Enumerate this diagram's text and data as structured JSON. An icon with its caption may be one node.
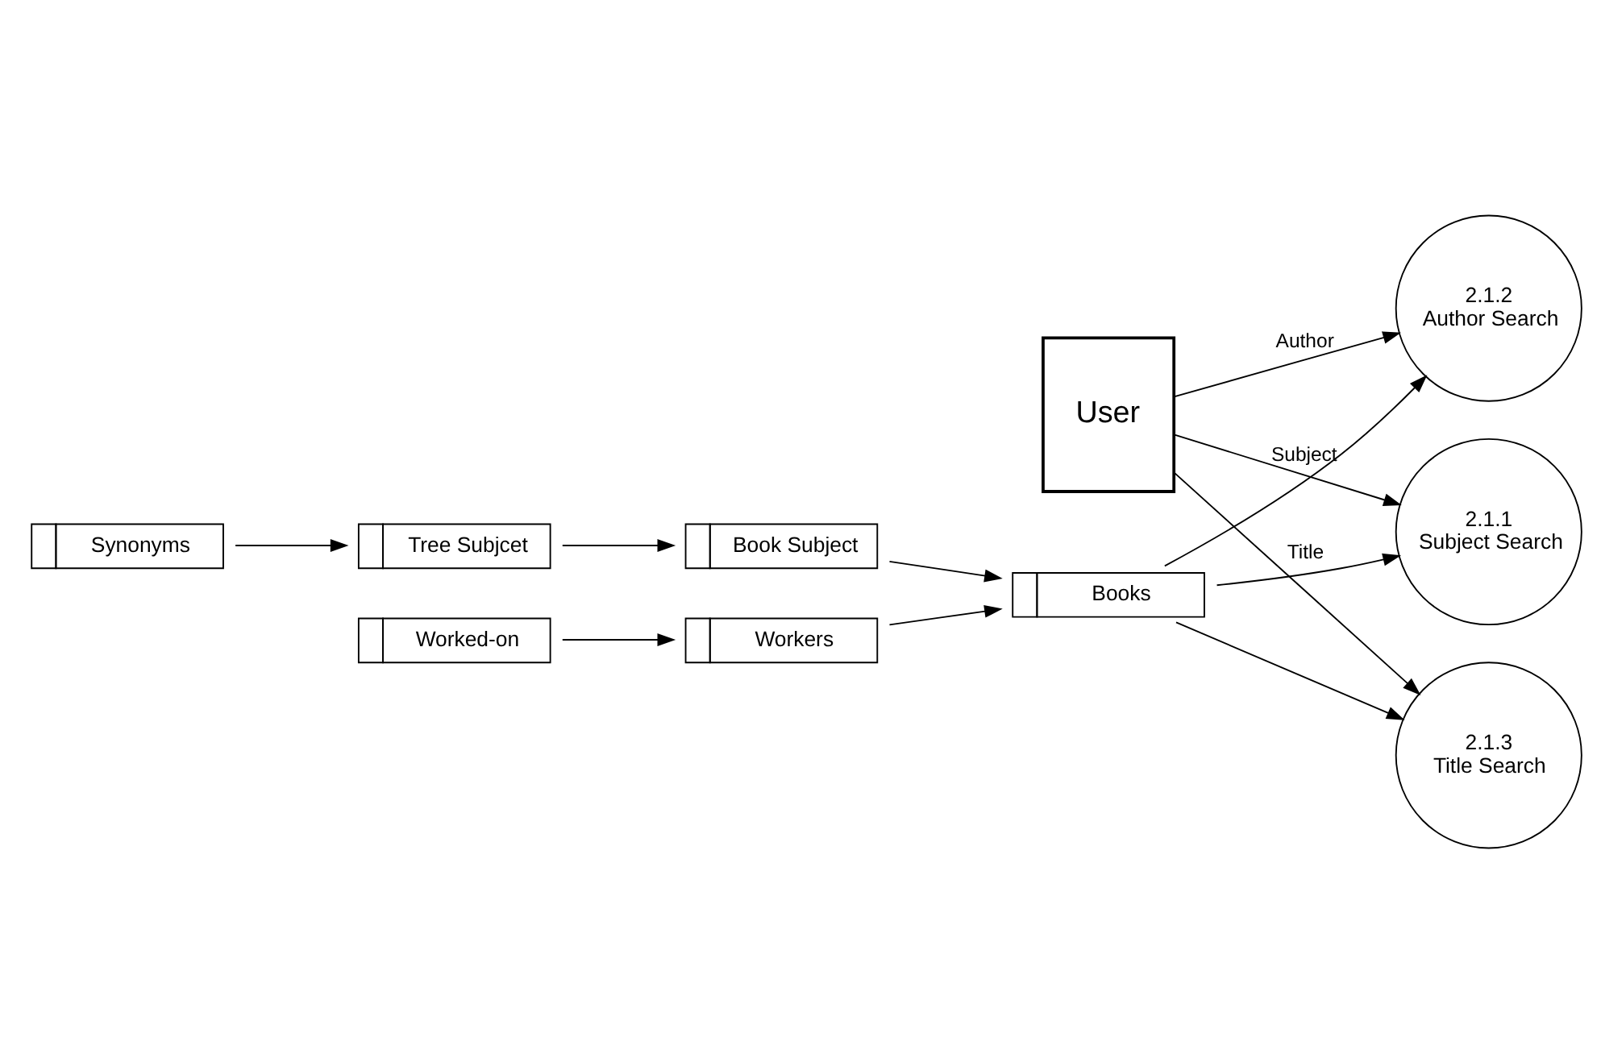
{
  "diagram": {
    "nodes": [
      {
        "text": [
          "User"
        ]
      },
      {
        "text": [
          "Synonyms"
        ]
      },
      {
        "text": [
          "Tree Subjcet"
        ]
      },
      {
        "text": [
          "Book Subject"
        ]
      },
      {
        "text": [
          "2.1.1",
          "Subject Search"
        ]
      },
      {
        "text": [
          "Worked-on"
        ]
      },
      {
        "text": [
          "2.1.2",
          "Author Search"
        ]
      },
      {
        "text": [
          "Workers"
        ]
      },
      {
        "text": [
          "Books"
        ]
      },
      {
        "text": [
          "2.1.3",
          "Title Search"
        ]
      }
    ],
    "edges": [
      {
        "from": 1,
        "to": 2,
        "arrow": "to"
      },
      {
        "from": 2,
        "to": 3,
        "arrow": "to"
      },
      {
        "from": 0,
        "to": 4,
        "arrow": "to",
        "label": "Subject"
      },
      {
        "from": 3,
        "to": 8,
        "arrow": "to"
      },
      {
        "from": 5,
        "to": 7,
        "arrow": "to"
      },
      {
        "from": 0,
        "to": 6,
        "arrow": "to",
        "label": "Author"
      },
      {
        "from": 7,
        "to": 8,
        "arrow": "to"
      },
      {
        "from": 8,
        "to": 4,
        "arrow": "to"
      },
      {
        "from": 8,
        "to": 6,
        "arrow": "to"
      },
      {
        "from": 0,
        "to": 9,
        "arrow": "to",
        "label": "Title"
      },
      {
        "from": 8,
        "to": 9,
        "arrow": "to"
      }
    ]
  }
}
